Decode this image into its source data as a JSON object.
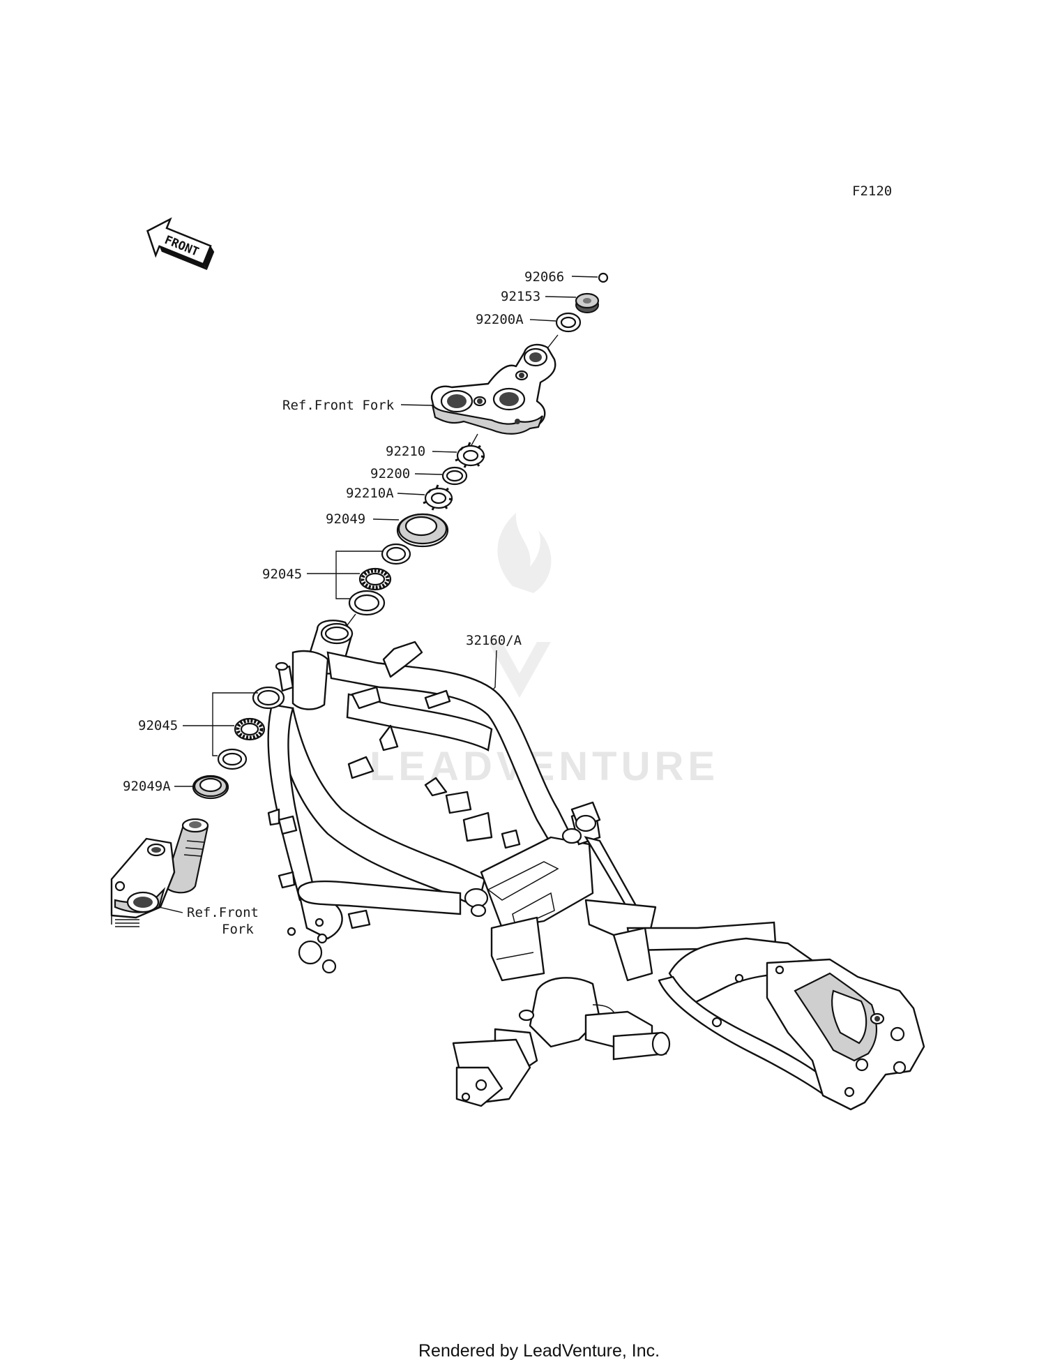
{
  "diagram_code": "F2120",
  "direction_badge": "FRONT",
  "watermark": "LEADVENTURE",
  "labels": {
    "p92066": "92066",
    "p92153": "92153",
    "p92200A": "92200A",
    "ref_front_fork_top": "Ref.Front Fork",
    "p92210": "92210",
    "p92200": "92200",
    "p92210A": "92210A",
    "p92049": "92049",
    "p92045_upper": "92045",
    "frame_32160A": "32160/A",
    "p92045_lower": "92045",
    "p92049A": "92049A",
    "ref_front_fork_bottom_line1": "Ref.Front",
    "ref_front_fork_bottom_line2": "Fork"
  },
  "footer": "Rendered by LeadVenture, Inc."
}
